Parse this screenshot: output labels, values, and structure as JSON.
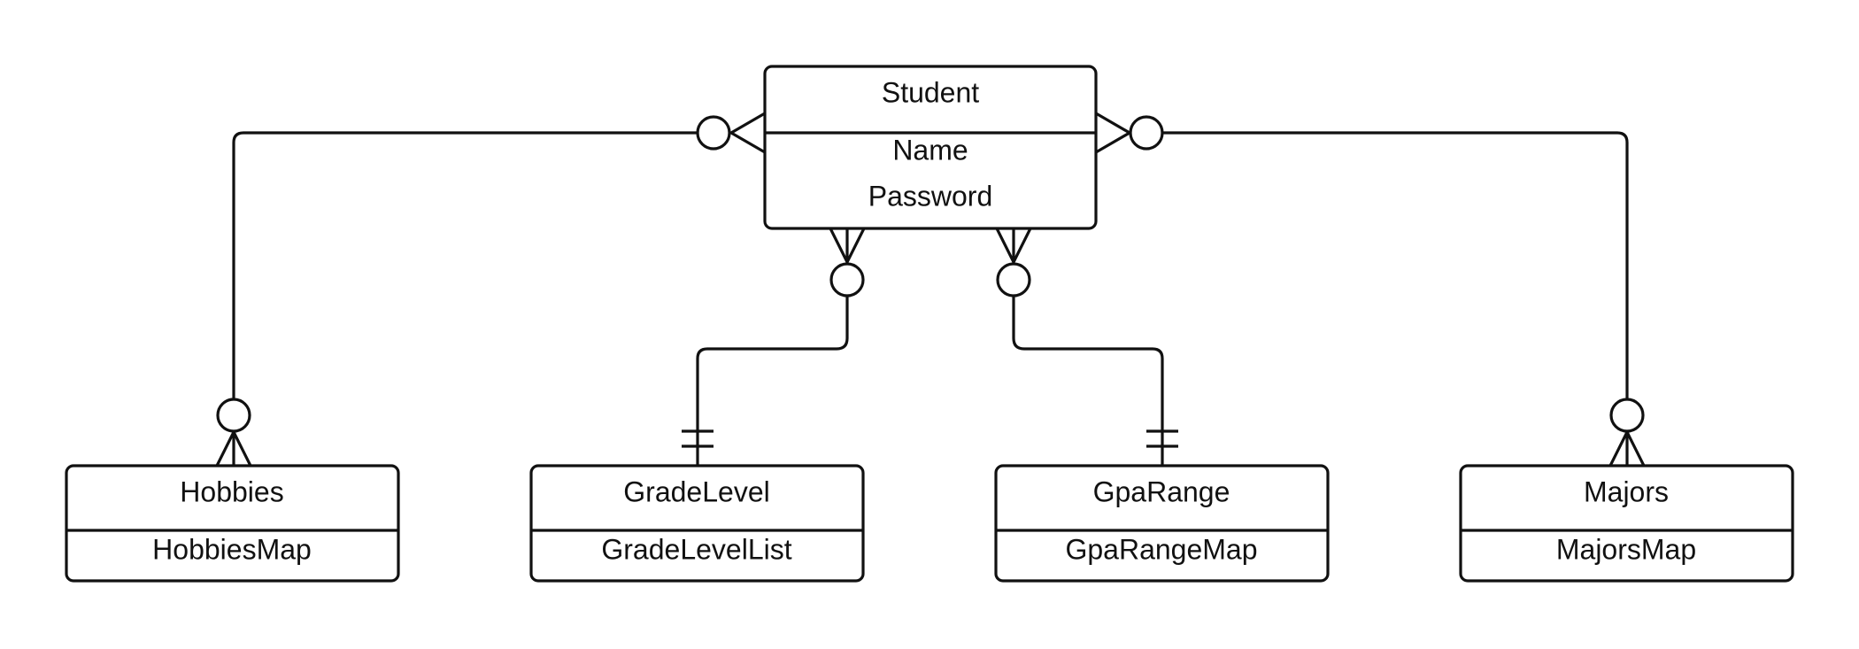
{
  "entities": {
    "student": {
      "title": "Student",
      "attributes": [
        "Name",
        "Password"
      ]
    },
    "hobbies": {
      "title": "Hobbies",
      "attribute": "HobbiesMap"
    },
    "grade_level": {
      "title": "GradeLevel",
      "attribute": "GradeLevelList"
    },
    "gpa_range": {
      "title": "GpaRange",
      "attribute": "GpaRangeMap"
    },
    "majors": {
      "title": "Majors",
      "attribute": "MajorsMap"
    }
  },
  "relationships": [
    {
      "from": "student",
      "to": "hobbies",
      "from_end": "zero-or-many",
      "to_end": "zero-or-many"
    },
    {
      "from": "student",
      "to": "grade_level",
      "from_end": "zero-or-many",
      "to_end": "exactly-one"
    },
    {
      "from": "student",
      "to": "gpa_range",
      "from_end": "zero-or-many",
      "to_end": "exactly-one"
    },
    {
      "from": "student",
      "to": "majors",
      "from_end": "zero-or-many",
      "to_end": "zero-or-many"
    }
  ]
}
